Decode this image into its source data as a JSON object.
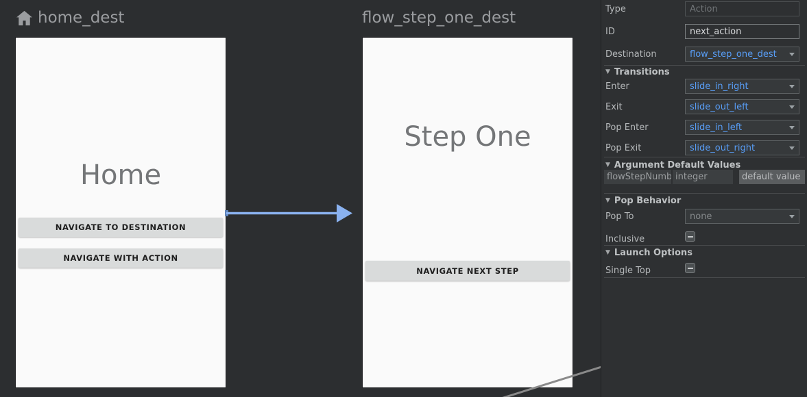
{
  "canvas": {
    "home": {
      "title": "home_dest",
      "screen_title": "Home",
      "button1": "NAVIGATE TO DESTINATION",
      "button2": "NAVIGATE WITH ACTION"
    },
    "step_one": {
      "title": "flow_step_one_dest",
      "screen_title": "Step One",
      "button1": "NAVIGATE NEXT STEP"
    }
  },
  "panel": {
    "type_label": "Type",
    "type_placeholder": "Action",
    "id_label": "ID",
    "id_value": "next_action",
    "destination_label": "Destination",
    "destination_value": "flow_step_one_dest",
    "transitions_header": "Transitions",
    "enter_label": "Enter",
    "enter_value": "slide_in_right",
    "exit_label": "Exit",
    "exit_value": "slide_out_left",
    "pop_enter_label": "Pop Enter",
    "pop_enter_value": "slide_in_left",
    "pop_exit_label": "Pop Exit",
    "pop_exit_value": "slide_out_right",
    "arguments_header": "Argument Default Values",
    "argument_name": "flowStepNumber",
    "argument_type": "integer",
    "argument_default_placeholder": "default value",
    "pop_behavior_header": "Pop Behavior",
    "pop_to_label": "Pop To",
    "pop_to_value": "none",
    "inclusive_label": "Inclusive",
    "launch_options_header": "Launch Options",
    "single_top_label": "Single Top"
  },
  "colors": {
    "action_arrow_blue": "#8ab2f0",
    "connection_line_gray": "#8a8a8a",
    "combo_value_blue": "#589df6",
    "canvas_background": "#2c2e30",
    "phone_background": "#fafafa"
  }
}
